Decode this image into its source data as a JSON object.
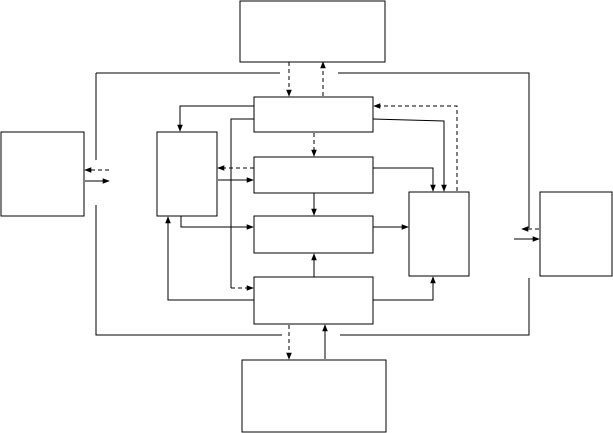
{
  "diagram": {
    "colors": {
      "line": "#000000",
      "background": "#ffffff"
    },
    "boxes": [
      {
        "id": "top-box",
        "label": ""
      },
      {
        "id": "left-box",
        "label": ""
      },
      {
        "id": "right-box",
        "label": ""
      },
      {
        "id": "bottom-box",
        "label": ""
      },
      {
        "id": "inner-left-box",
        "label": ""
      },
      {
        "id": "center-top-box",
        "label": ""
      },
      {
        "id": "center-mid-upper-box",
        "label": ""
      },
      {
        "id": "center-mid-lower-box",
        "label": ""
      },
      {
        "id": "center-bottom-box",
        "label": ""
      },
      {
        "id": "inner-right-box",
        "label": ""
      }
    ]
  }
}
